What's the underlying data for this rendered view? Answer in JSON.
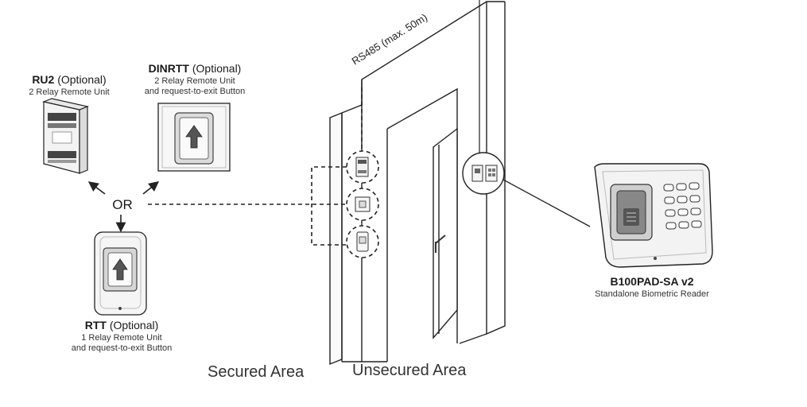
{
  "ru2": {
    "name": "RU2",
    "optional": "(Optional)",
    "desc1": "2 Relay Remote Unit"
  },
  "dinrtt": {
    "name": "DINRTT",
    "optional": "(Optional)",
    "desc1": "2 Relay Remote Unit",
    "desc2": "and request-to-exit Button"
  },
  "rtt": {
    "name": "RTT",
    "optional": "(Optional)",
    "desc1": "1 Relay Remote Unit",
    "desc2": "and request-to-exit Button"
  },
  "or_label": "OR",
  "cable_label": "RS485 (max. 50m)",
  "reader": {
    "name": "B100PAD-SA v2",
    "desc": "Standalone Biometric Reader"
  },
  "areas": {
    "secured": "Secured Area",
    "unsecured": "Unsecured Area"
  },
  "icons": [
    "arrow-up-icon",
    "relay-module-icon",
    "fingerprint-icon",
    "keypad-icon"
  ]
}
